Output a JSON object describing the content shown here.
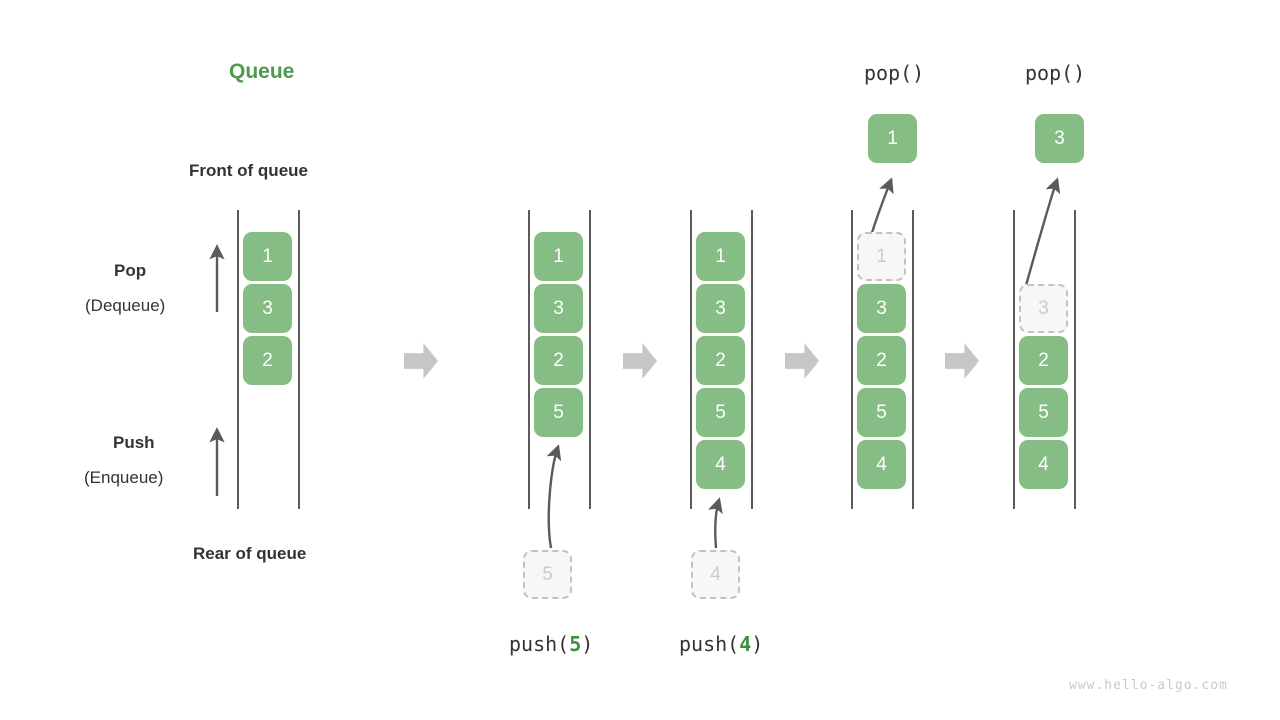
{
  "diagram": {
    "title": "Queue",
    "title_color": "#4d9a4d",
    "accent_color": "#85bd85",
    "ghost_color": "#cccccc",
    "watermark": "www.hello-algo.com",
    "labels": {
      "front_of_queue": "Front of queue",
      "rear_of_queue": "Rear of queue",
      "pop": "Pop",
      "pop_alt": "(Dequeue)",
      "push": "Push",
      "push_alt": "(Enqueue)"
    },
    "step_captions": {
      "push5_prefix": "push(",
      "push5_value": "5",
      "push5_suffix": ")",
      "push4_prefix": "push(",
      "push4_value": "4",
      "push4_suffix": ")",
      "pop_call_1": "pop()",
      "pop_call_2": "pop()"
    },
    "columns": [
      {
        "name": "initial-queue",
        "cells": [
          "1",
          "3",
          "2"
        ],
        "ghost_in_queue": null,
        "incoming_ghost": null,
        "popped": null
      },
      {
        "name": "after-push-5",
        "cells": [
          "1",
          "3",
          "2",
          "5"
        ],
        "ghost_in_queue": null,
        "incoming_ghost": "5",
        "popped": null
      },
      {
        "name": "after-push-4",
        "cells": [
          "1",
          "3",
          "2",
          "5",
          "4"
        ],
        "ghost_in_queue": null,
        "incoming_ghost": "4",
        "popped": null
      },
      {
        "name": "after-pop-1",
        "cells": [
          "3",
          "2",
          "5",
          "4"
        ],
        "ghost_in_queue": "1",
        "incoming_ghost": null,
        "popped": "1"
      },
      {
        "name": "after-pop-3",
        "cells": [
          "2",
          "5",
          "4"
        ],
        "ghost_in_queue": "3",
        "incoming_ghost": null,
        "popped": "3"
      }
    ]
  }
}
